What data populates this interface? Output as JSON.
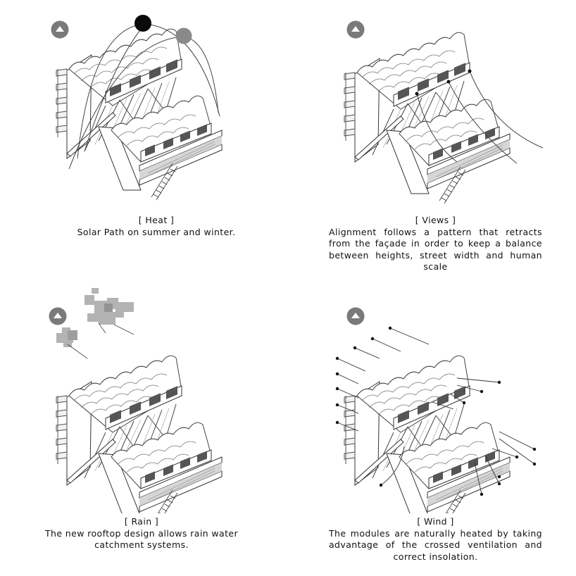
{
  "panels": [
    {
      "id": "heat",
      "title": "[ Heat ]",
      "body": "Solar Path on summer and winter."
    },
    {
      "id": "views",
      "title": "[ Views ]",
      "body": "Alignment follows a pattern that retracts from the façade in order to keep a balance between heights, street width and human scale"
    },
    {
      "id": "rain",
      "title": "[ Rain ]",
      "body": "The new rooftop design allows rain water catchment systems."
    },
    {
      "id": "wind",
      "title": "[ Wind ]",
      "body": "The modules are naturally heated by taking advantage of the crossed ventilation and correct insolation."
    }
  ],
  "icons": {
    "north_marker": "north-arrow-icon",
    "summer_sun": "sun-icon",
    "winter_sun": "sun-icon",
    "cloud": "cloud-icon"
  },
  "colors": {
    "ink": "#111111",
    "north_marker": "#7a7a7a",
    "summer_sun": "#0a0a0a",
    "winter_sun": "#8a8a8a",
    "cloud": "#9a9a9a"
  }
}
